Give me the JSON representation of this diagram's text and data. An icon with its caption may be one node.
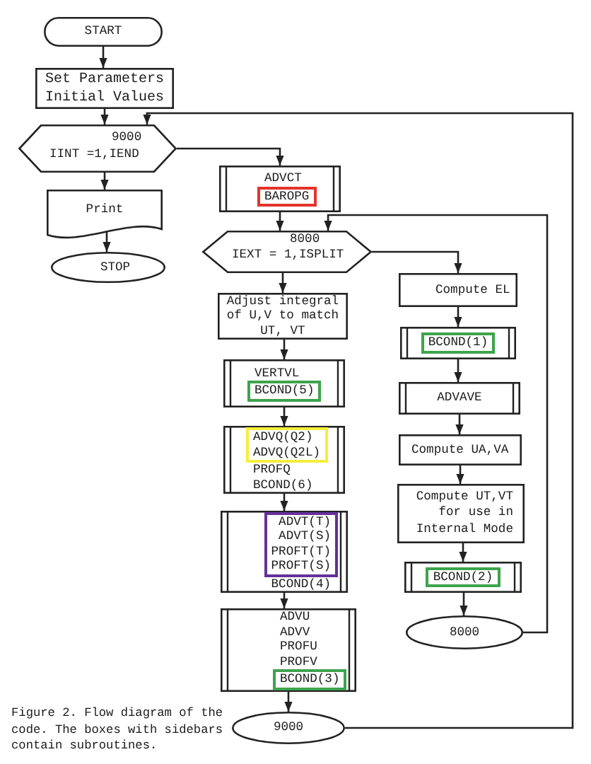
{
  "diagram": {
    "caption": "Figure 2. Flow diagram of the code. The boxes with sidebars contain subroutines.",
    "nodes": [
      {
        "text": [
          "START"
        ]
      },
      {
        "text": [
          "Set Parameters Initial Values"
        ]
      },
      {
        "text": [
          "9000",
          "IINT =1,IEND"
        ]
      },
      {
        "text": [
          "Print"
        ]
      },
      {
        "text": [
          "STOP"
        ]
      },
      {
        "text": [
          "ADVCT",
          "BAROPG"
        ]
      },
      {
        "text": [
          "8000",
          "IEXT = 1,ISPLIT"
        ]
      },
      {
        "text": [
          "Adjust integral of U,V to match UT, VT"
        ]
      },
      {
        "text": [
          "VERTVL",
          "BCOND(5)"
        ]
      },
      {
        "text": [
          "ADVQ(Q2)",
          "ADVQ(Q2L)",
          "PROFQ",
          "BCOND(6)"
        ]
      },
      {
        "text": [
          "ADVT(T)",
          "ADVT(S)",
          "PROFT(T)",
          "PROFT(S)",
          "BCOND(4)"
        ]
      },
      {
        "text": [
          "ADVU",
          "ADVV",
          "PROFU",
          "PROFV",
          "BCOND(3)"
        ]
      },
      {
        "text": [
          "9000"
        ]
      },
      {
        "text": [
          "Compute EL"
        ]
      },
      {
        "text": [
          "BCOND(1)"
        ]
      },
      {
        "text": [
          "ADVAVE"
        ]
      },
      {
        "text": [
          "Compute UA,VA"
        ]
      },
      {
        "text": [
          "Compute UT,VT for use in Internal Mode"
        ]
      },
      {
        "text": [
          "BCOND(2)"
        ]
      },
      {
        "text": [
          "8000"
        ]
      }
    ],
    "edges": [
      {
        "from": 0,
        "to": 1,
        "arrow": "to"
      },
      {
        "from": 1,
        "to": 2,
        "arrow": "to"
      },
      {
        "from": 2,
        "to": 3,
        "arrow": "to"
      },
      {
        "from": 3,
        "to": 4,
        "arrow": "to"
      },
      {
        "from": 2,
        "to": 5,
        "arrow": "to"
      },
      {
        "from": 5,
        "to": 6,
        "arrow": "to"
      },
      {
        "from": 6,
        "to": 7,
        "arrow": "to"
      },
      {
        "from": 6,
        "to": 13,
        "arrow": "to"
      },
      {
        "from": 7,
        "to": 8,
        "arrow": "to"
      },
      {
        "from": 8,
        "to": 9,
        "arrow": "to"
      },
      {
        "from": 9,
        "to": 10,
        "arrow": "to"
      },
      {
        "from": 10,
        "to": 11,
        "arrow": "to"
      },
      {
        "from": 11,
        "to": 12,
        "arrow": "to"
      },
      {
        "from": 13,
        "to": 14,
        "arrow": "to"
      },
      {
        "from": 14,
        "to": 15,
        "arrow": "to"
      },
      {
        "from": 15,
        "to": 16,
        "arrow": "to"
      },
      {
        "from": 16,
        "to": 17,
        "arrow": "to"
      },
      {
        "from": 17,
        "to": 18,
        "arrow": "to"
      },
      {
        "from": 18,
        "to": 19,
        "arrow": "to"
      },
      {
        "from": 19,
        "to": 6,
        "arrow": "to"
      },
      {
        "from": 12,
        "to": 2,
        "arrow": "to"
      }
    ]
  }
}
